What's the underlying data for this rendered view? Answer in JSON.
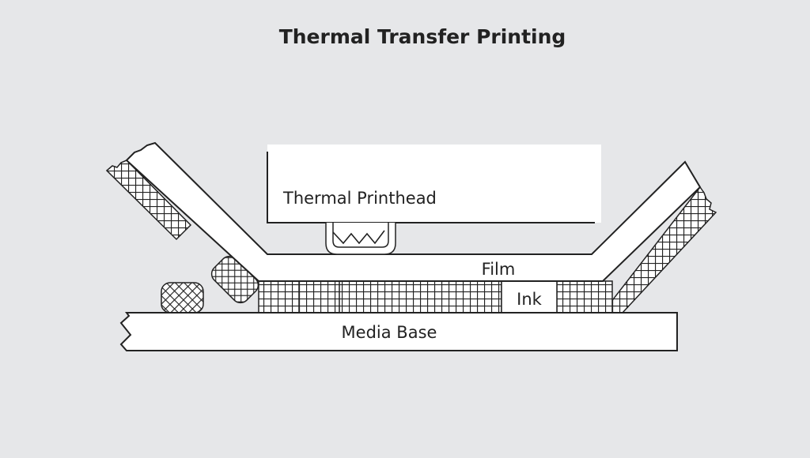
{
  "diagram": {
    "title": "Thermal Transfer Printing",
    "labels": {
      "printhead": "Thermal Printhead",
      "film": "Film",
      "ink": "Ink",
      "media_base": "Media Base"
    },
    "colors": {
      "background": "#e6e7e9",
      "fill": "#ffffff",
      "stroke": "#222222",
      "text": "#222222"
    }
  }
}
